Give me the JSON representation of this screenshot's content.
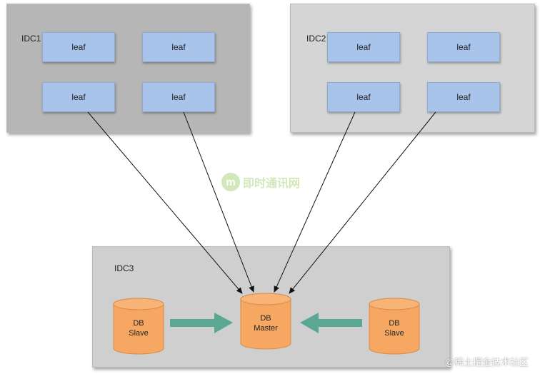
{
  "idcs": {
    "idc1": {
      "label": "IDC1",
      "leaves": [
        "leaf",
        "leaf",
        "leaf",
        "leaf"
      ]
    },
    "idc2": {
      "label": "IDC2",
      "leaves": [
        "leaf",
        "leaf",
        "leaf",
        "leaf"
      ]
    },
    "idc3": {
      "label": "IDC3",
      "slave_left": {
        "line1": "DB",
        "line2": "Slave"
      },
      "master": {
        "line1": "DB",
        "line2": "Master"
      },
      "slave_right": {
        "line1": "DB",
        "line2": "Slave"
      }
    }
  },
  "colors": {
    "leaf": "#a9c4eb",
    "db": "#f6a862",
    "replication_arrow": "#5aa894",
    "idc1_bg": "#b6b6b6",
    "idc2_bg": "#d5d5d5",
    "idc3_bg": "#cfcfcf"
  },
  "watermarks": {
    "logo_text": "即时通讯网",
    "footer": "@稀土掘金技术社区"
  }
}
